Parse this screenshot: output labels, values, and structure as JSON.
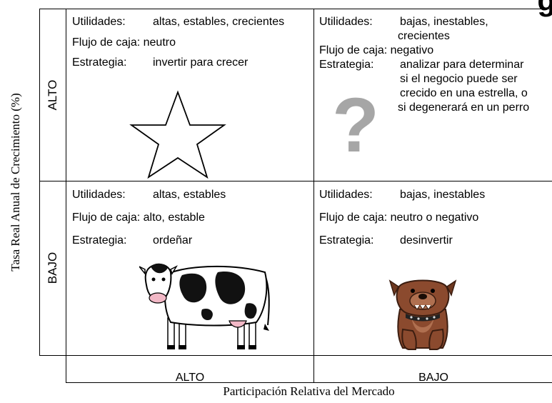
{
  "title_fragment": "g",
  "y_axis_label": "Tasa Real Anual de Crecimiento (%)",
  "x_axis_label": "Participación Relativa del Mercado",
  "row_labels": [
    "ALTO",
    "BAJO"
  ],
  "col_labels": [
    "ALTO",
    "BAJO"
  ],
  "cells": {
    "star": {
      "utilidades_key": "Utilidades:",
      "utilidades": "altas, estables, crecientes",
      "flujo_key": "Flujo de caja:",
      "flujo": "neutro",
      "estrategia_key": "Estrategia:",
      "estrategia": "invertir para crecer",
      "icon": "star-icon"
    },
    "question": {
      "utilidades_key": "Utilidades:",
      "utilidades_l1": "bajas, inestables,",
      "utilidades_l2": "crecientes",
      "flujo_key": "Flujo de caja:",
      "flujo": "negativo",
      "estrategia_key": "Estrategia:",
      "estrategia_l1": "analizar para determinar",
      "estrategia_l2": "si el negocio puede ser",
      "estrategia_l3": "crecido en una estrella, o",
      "estrategia_l4": "si degenerará en un perro",
      "icon": "question-mark-icon",
      "icon_color": "#a6a6a6",
      "question_glyph": "?"
    },
    "cow": {
      "utilidades_key": "Utilidades:",
      "utilidades": "altas, estables",
      "flujo_key": "Flujo de caja:",
      "flujo": "alto, estable",
      "estrategia_key": "Estrategia:",
      "estrategia": "ordeñar",
      "icon": "cow-icon"
    },
    "dog": {
      "utilidades_key": "Utilidades:",
      "utilidades": "bajas, inestables",
      "flujo_key": "Flujo de caja:",
      "flujo": "neutro o negativo",
      "estrategia_key": "Estrategia:",
      "estrategia": "desinvertir",
      "icon": "bulldog-icon",
      "icon_color": "#8b4a2e"
    }
  }
}
